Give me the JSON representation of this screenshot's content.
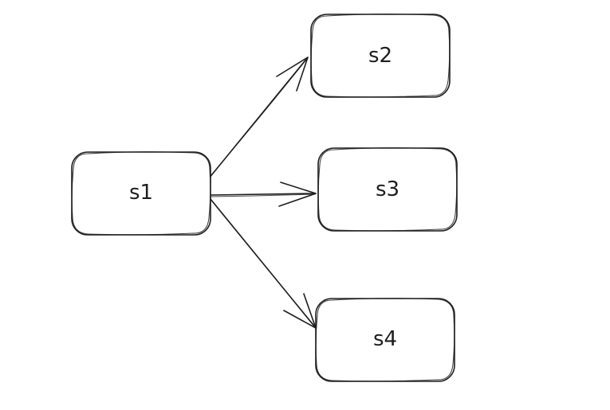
{
  "nodes": {
    "s1": {
      "label": "s1"
    },
    "s2": {
      "label": "s2"
    },
    "s3": {
      "label": "s3"
    },
    "s4": {
      "label": "s4"
    }
  },
  "edges": [
    {
      "from": "s1",
      "to": "s2"
    },
    {
      "from": "s1",
      "to": "s3"
    },
    {
      "from": "s1",
      "to": "s4"
    }
  ],
  "colors": {
    "stroke": "#1e1e1e",
    "background": "#ffffff"
  }
}
